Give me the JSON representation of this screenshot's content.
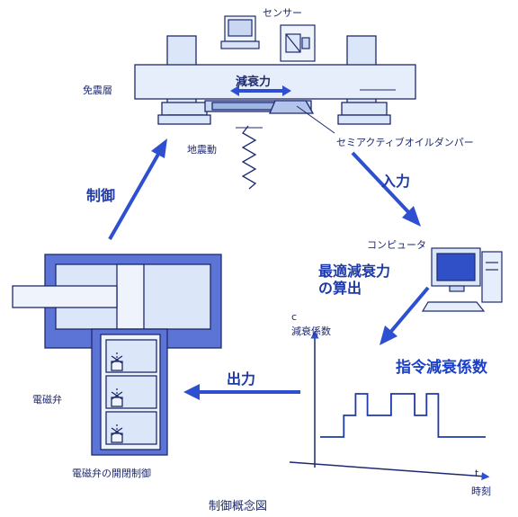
{
  "labels": {
    "sensor": "センサー",
    "isolation_layer": "免震層",
    "damping_force": "減衰力",
    "earthquake": "地震動",
    "semi_active_damper": "セミアクティブオイルダンパー",
    "input": "入力",
    "control": "制御",
    "computer": "コンピュータ",
    "optimal_force_line1": "最適減衰力",
    "optimal_force_line2": "の算出",
    "command_coefficient": "指令減衰係数",
    "output": "出力",
    "solenoid_valve": "電磁弁",
    "valve_control": "電磁弁の開閉制御",
    "caption": "制御概念図"
  },
  "chart_data": {
    "type": "line",
    "y_symbol": "c",
    "ylabel": "減衰係数",
    "x_symbol": "t",
    "xlabel": "時刻",
    "series": [
      {
        "values": [
          1,
          1,
          2,
          3,
          2,
          2,
          3,
          3,
          2,
          3,
          1,
          1,
          1,
          1
        ]
      }
    ]
  },
  "colors": {
    "arrow": "#2d4fd0",
    "text": "#1e2a6e",
    "highlight_text": "#1a3fc8"
  }
}
